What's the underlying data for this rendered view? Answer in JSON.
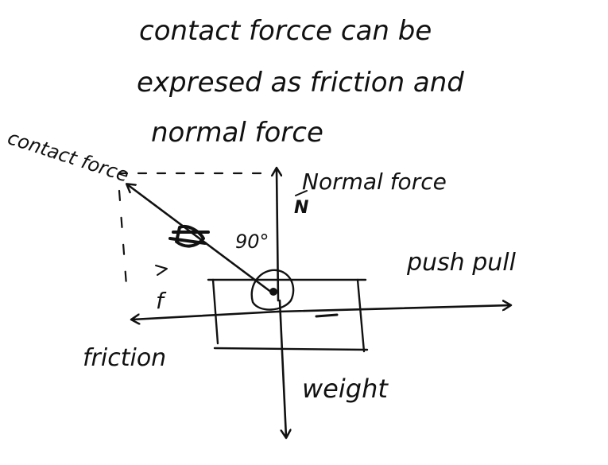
{
  "heading": {
    "line1": "contact forcce can be",
    "line2": "expresed as friction and",
    "line3": "normal force"
  },
  "labels": {
    "contact_force": "contact force",
    "normal_force": "Normal force",
    "normal_symbol": "N",
    "angle": "90°",
    "push_pull": "push pull",
    "f": "f",
    "friction": "friction",
    "weight": "weight"
  },
  "colors": {
    "ink": "#111111",
    "paper": "#ffffff"
  }
}
